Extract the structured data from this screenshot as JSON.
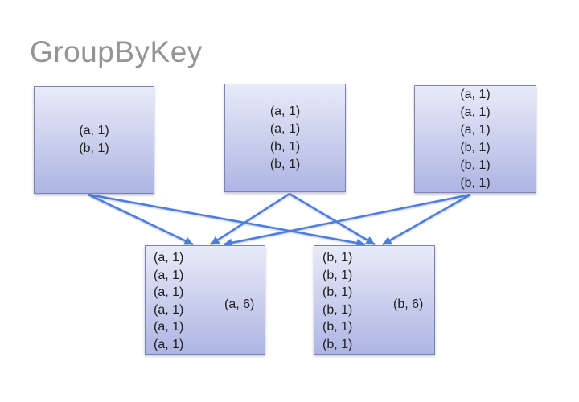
{
  "title": "GroupByKey",
  "colors": {
    "arrow": "#4a7de0",
    "box_border": "#7b83b1",
    "box_gradient_top": "#e8ebf8",
    "box_gradient_bottom": "#aeb5e3",
    "title_text": "#949494",
    "body_text": "#1f1f1f"
  },
  "boxes": {
    "top_left": {
      "items": [
        "(a, 1)",
        "(b, 1)"
      ]
    },
    "top_middle": {
      "items": [
        "(a, 1)",
        "(a, 1)",
        "(b, 1)",
        "(b, 1)"
      ]
    },
    "top_right": {
      "items": [
        "(a, 1)",
        "(a, 1)",
        "(a, 1)",
        "(b, 1)",
        "(b, 1)",
        "(b, 1)"
      ]
    },
    "bottom_left": {
      "items": [
        "(a, 1)",
        "(a, 1)",
        "(a, 1)",
        "(a, 1)",
        "(a, 1)",
        "(a, 1)"
      ],
      "result": "(a, 6)"
    },
    "bottom_right": {
      "items": [
        "(b, 1)",
        "(b, 1)",
        "(b, 1)",
        "(b, 1)",
        "(b, 1)",
        "(b, 1)"
      ],
      "result": "(b, 6)"
    }
  }
}
